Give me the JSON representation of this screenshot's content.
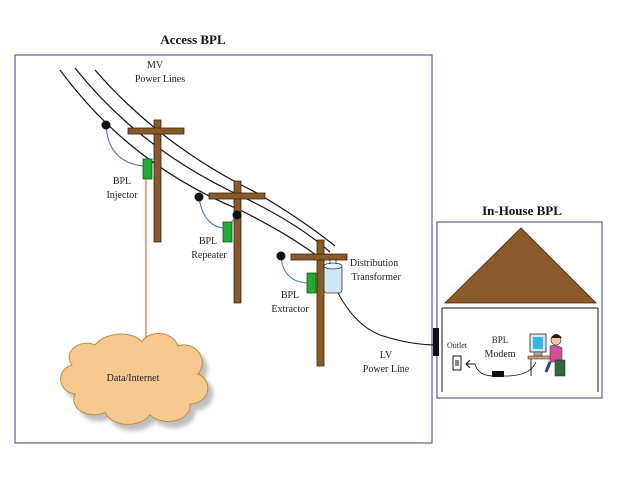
{
  "access_panel": {
    "title": "Access BPL"
  },
  "inhouse_panel": {
    "title": "In-House BPL"
  },
  "labels": {
    "mv_line1": "MV",
    "mv_line2": "Power Lines",
    "injector_line1": "BPL",
    "injector_line2": "Injector",
    "repeater_line1": "BPL",
    "repeater_line2": "Repeater",
    "extractor_line1": "BPL",
    "extractor_line2": "Extractor",
    "transformer_line1": "Distribution",
    "transformer_line2": "Transformer",
    "lv_line1": "LV",
    "lv_line2": "Power Line",
    "cloud": "Data/Internet",
    "outlet": "Outlet",
    "modem_line1": "BPL",
    "modem_line2": "Modem"
  },
  "colors": {
    "frame": "#5a5aa8",
    "pole": "#8b5a2b",
    "device_green": "#22aa33",
    "roof": "#8b5a2b",
    "cloud": "#f7c990",
    "fiber": "#e24a1e",
    "coupler": "#4466cc"
  }
}
